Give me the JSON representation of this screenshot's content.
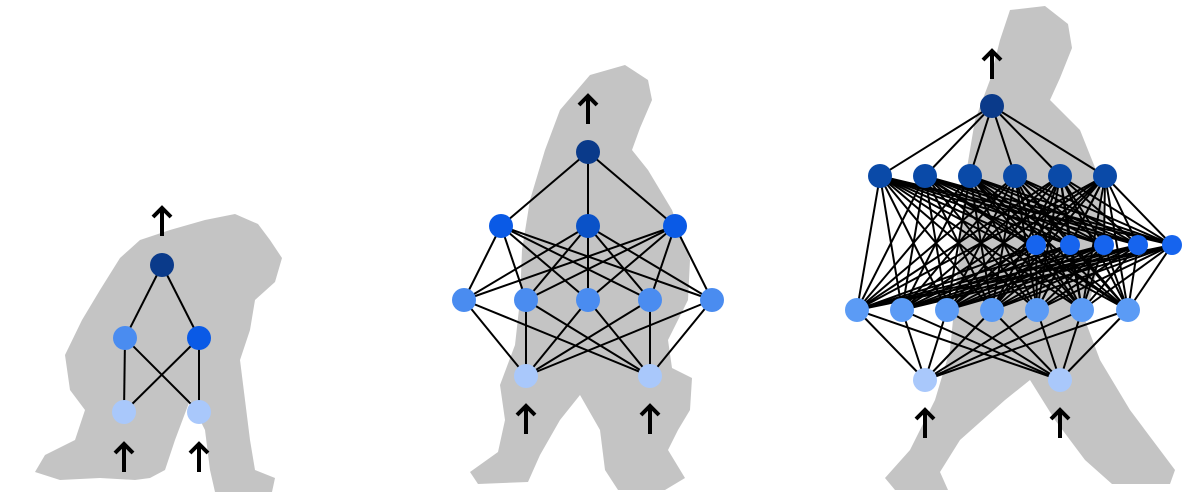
{
  "colors": {
    "silhouette": "#c4c4c4",
    "edge": "#000000",
    "output_node": "#0a3a8a",
    "hidden_dark": "#0a4aa8",
    "hidden_mid": "#0a5ae6",
    "hidden_light": "#4a8cf0",
    "hidden_lighter": "#5b9bf5",
    "input_node": "#a9c8fb"
  },
  "icons": {
    "figures": [
      "ape-silhouette-icon",
      "early-human-silhouette-icon",
      "modern-human-silhouette-icon"
    ],
    "arrows": "arrow-up-icon"
  },
  "networks": [
    {
      "name": "ape-network",
      "layer_sizes": [
        2,
        2,
        1
      ],
      "inputs": 2,
      "outputs": 1
    },
    {
      "name": "early-human-network",
      "layer_sizes": [
        2,
        5,
        3,
        1
      ],
      "inputs": 2,
      "outputs": 1
    },
    {
      "name": "modern-human-network",
      "layer_sizes": [
        2,
        7,
        5,
        6,
        1
      ],
      "inputs": 2,
      "outputs": 1
    }
  ]
}
